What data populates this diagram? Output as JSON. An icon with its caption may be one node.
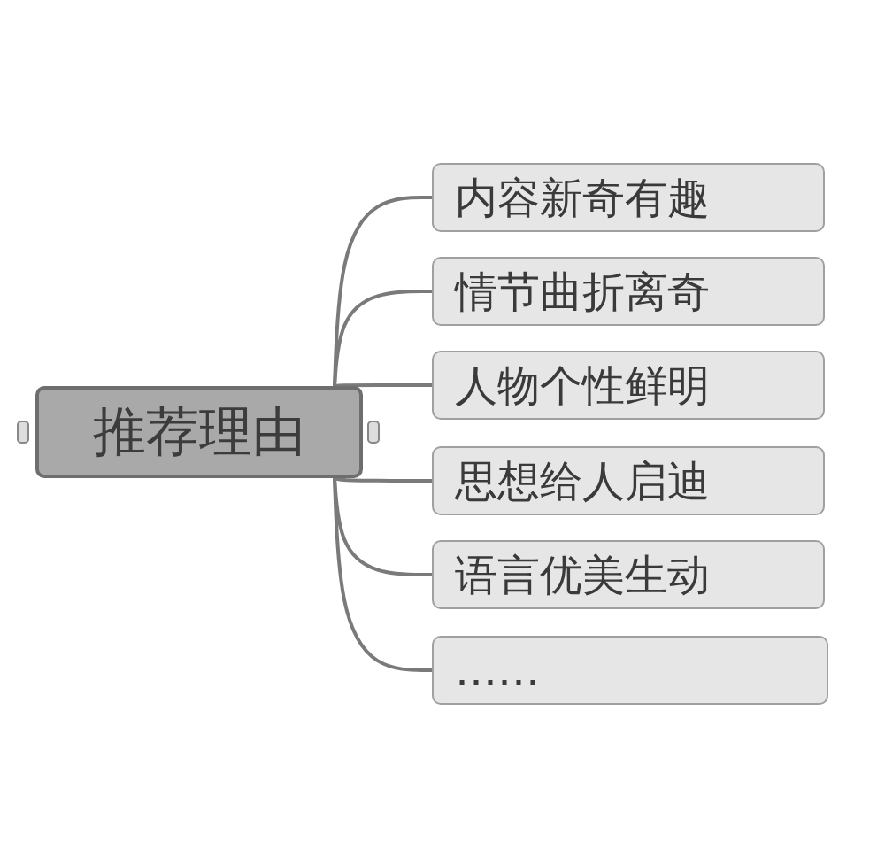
{
  "diagram": {
    "nodes": [
      {
        "text": [
          "推荐理由"
        ]
      },
      {
        "text": [
          "内容新奇有趣"
        ]
      },
      {
        "text": [
          "情节曲折离奇"
        ]
      },
      {
        "text": [
          "人物个性鲜明"
        ]
      },
      {
        "text": [
          "思想给人启迪"
        ]
      },
      {
        "text": [
          "语言优美生动"
        ]
      },
      {
        "text": [
          "……"
        ]
      }
    ],
    "edges": [
      {
        "from": 0,
        "to": 1,
        "arrow": "none"
      },
      {
        "from": 0,
        "to": 2,
        "arrow": "none"
      },
      {
        "from": 0,
        "to": 3,
        "arrow": "none"
      },
      {
        "from": 0,
        "to": 4,
        "arrow": "none"
      },
      {
        "from": 0,
        "to": 5,
        "arrow": "none"
      },
      {
        "from": 0,
        "to": 6,
        "arrow": "none"
      }
    ]
  }
}
